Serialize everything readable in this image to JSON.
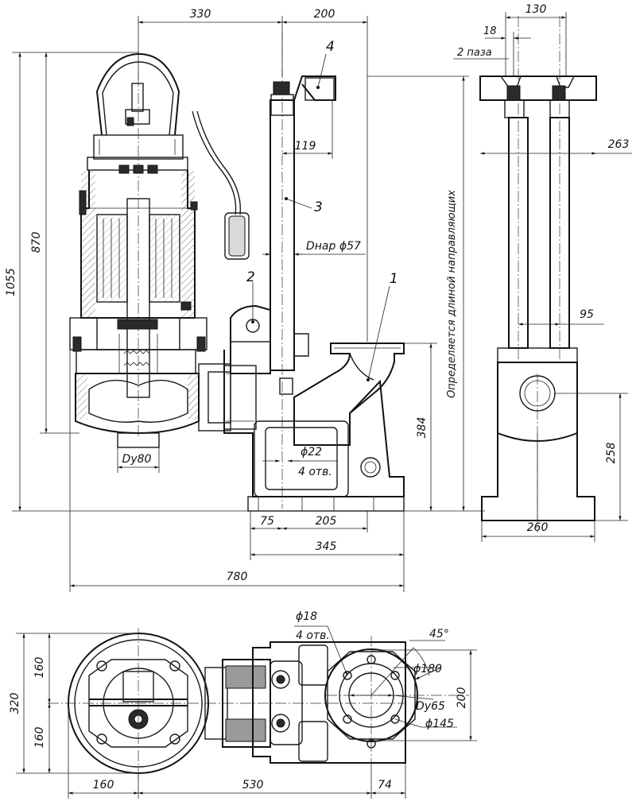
{
  "dimensions": {
    "top_330": "330",
    "top_200": "200",
    "top_130": "130",
    "top_18": "18",
    "slots_2": "2 паза",
    "h_119": "119",
    "w_263": "263",
    "d_nar_57": "Dнар ϕ57",
    "w_95": "95",
    "h_1055": "1055",
    "h_870": "870",
    "h_384": "384",
    "h_258": "258",
    "dy80": "Dy80",
    "hole_22": "ϕ22",
    "holes_4a": "4 отв.",
    "w_75": "75",
    "w_205": "205",
    "w_345": "345",
    "w_260": "260",
    "w_780": "780",
    "guide_note": "Определяется длиной направляющих",
    "hole_18": "ϕ18",
    "holes_4b": "4 отв.",
    "angle_45": "45°",
    "d_180": "ϕ180",
    "dy65": "Dy65",
    "d_145": "ϕ145",
    "h_320": "320",
    "h_160a": "160",
    "h_160b": "160",
    "w_200": "200",
    "w_160": "160",
    "w_530": "530",
    "w_74": "74"
  },
  "positions": [
    "1",
    "2",
    "3",
    "4"
  ]
}
